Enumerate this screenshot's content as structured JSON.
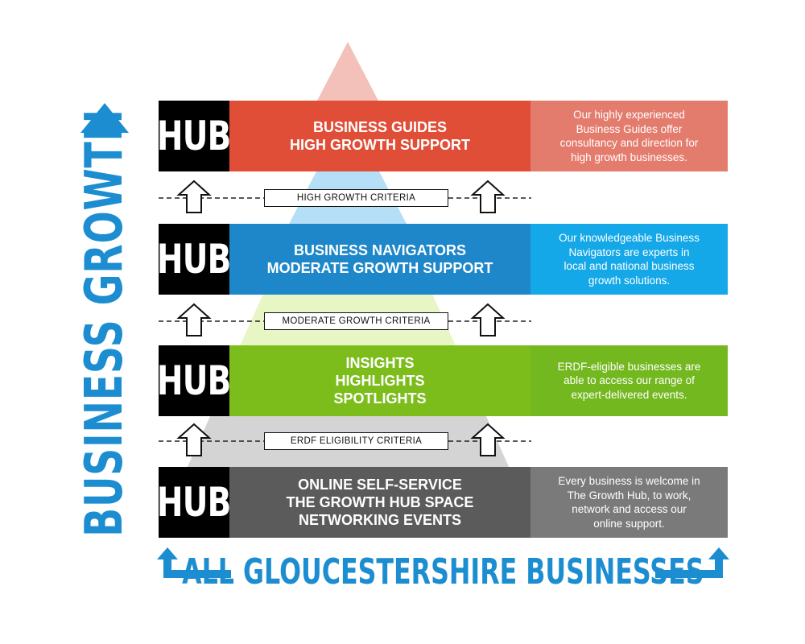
{
  "colors": {
    "blue_accent": "#1c8dd0",
    "tier1_mid": "#e04e37",
    "tier1_desc": "#e47c6e",
    "tier2_mid": "#1d87c9",
    "tier2_desc": "#14a8e8",
    "tier3_mid": "#7cbd1c",
    "tier3_desc": "#73b81f",
    "tier4_mid": "#5b5b5b",
    "tier4_desc": "#7a7a7a",
    "pyramid_top": "#f3c1b9",
    "pyramid_2": "#b5def7",
    "pyramid_3": "#e7f6c4",
    "pyramid_4": "#d4d4d4"
  },
  "side_title": "BUSINESS GROWTH",
  "bottom_label": "ALL GLOUCESTERSHIRE BUSINESSES",
  "tiers": [
    {
      "hub": "HUB",
      "lines": [
        "BUSINESS GUIDES",
        "HIGH GROWTH SUPPORT"
      ],
      "desc": [
        "Our highly experienced",
        "Business Guides offer",
        "consultancy and direction for",
        "high growth businesses."
      ]
    },
    {
      "hub": "HUB",
      "lines": [
        "BUSINESS NAVIGATORS",
        "MODERATE GROWTH SUPPORT"
      ],
      "desc": [
        "Our knowledgeable Business",
        "Navigators are experts in",
        "local and national business",
        "growth solutions."
      ]
    },
    {
      "hub": "HUB",
      "lines": [
        "INSIGHTS",
        "HIGHLIGHTS",
        "SPOTLIGHTS"
      ],
      "desc": [
        "ERDF-eligible businesses are",
        "able to access our range of",
        "expert-delivered events."
      ]
    },
    {
      "hub": "HUB",
      "lines": [
        "ONLINE SELF-SERVICE",
        "THE GROWTH HUB SPACE",
        "NETWORKING EVENTS"
      ],
      "desc": [
        "Every business is welcome in",
        "The Growth Hub, to work,",
        "network and access our",
        "online support."
      ]
    }
  ],
  "criteria": [
    {
      "label": "HIGH GROWTH CRITERIA"
    },
    {
      "label": "MODERATE GROWTH CRITERIA"
    },
    {
      "label": "ERDF ELIGIBILITY  CRITERIA"
    }
  ],
  "icons": {
    "side_arrow": "triangle-up-icon",
    "step_arrow": "outline-arrow-up-icon",
    "bottom_arrows": "elbow-arrow-up-icon"
  }
}
